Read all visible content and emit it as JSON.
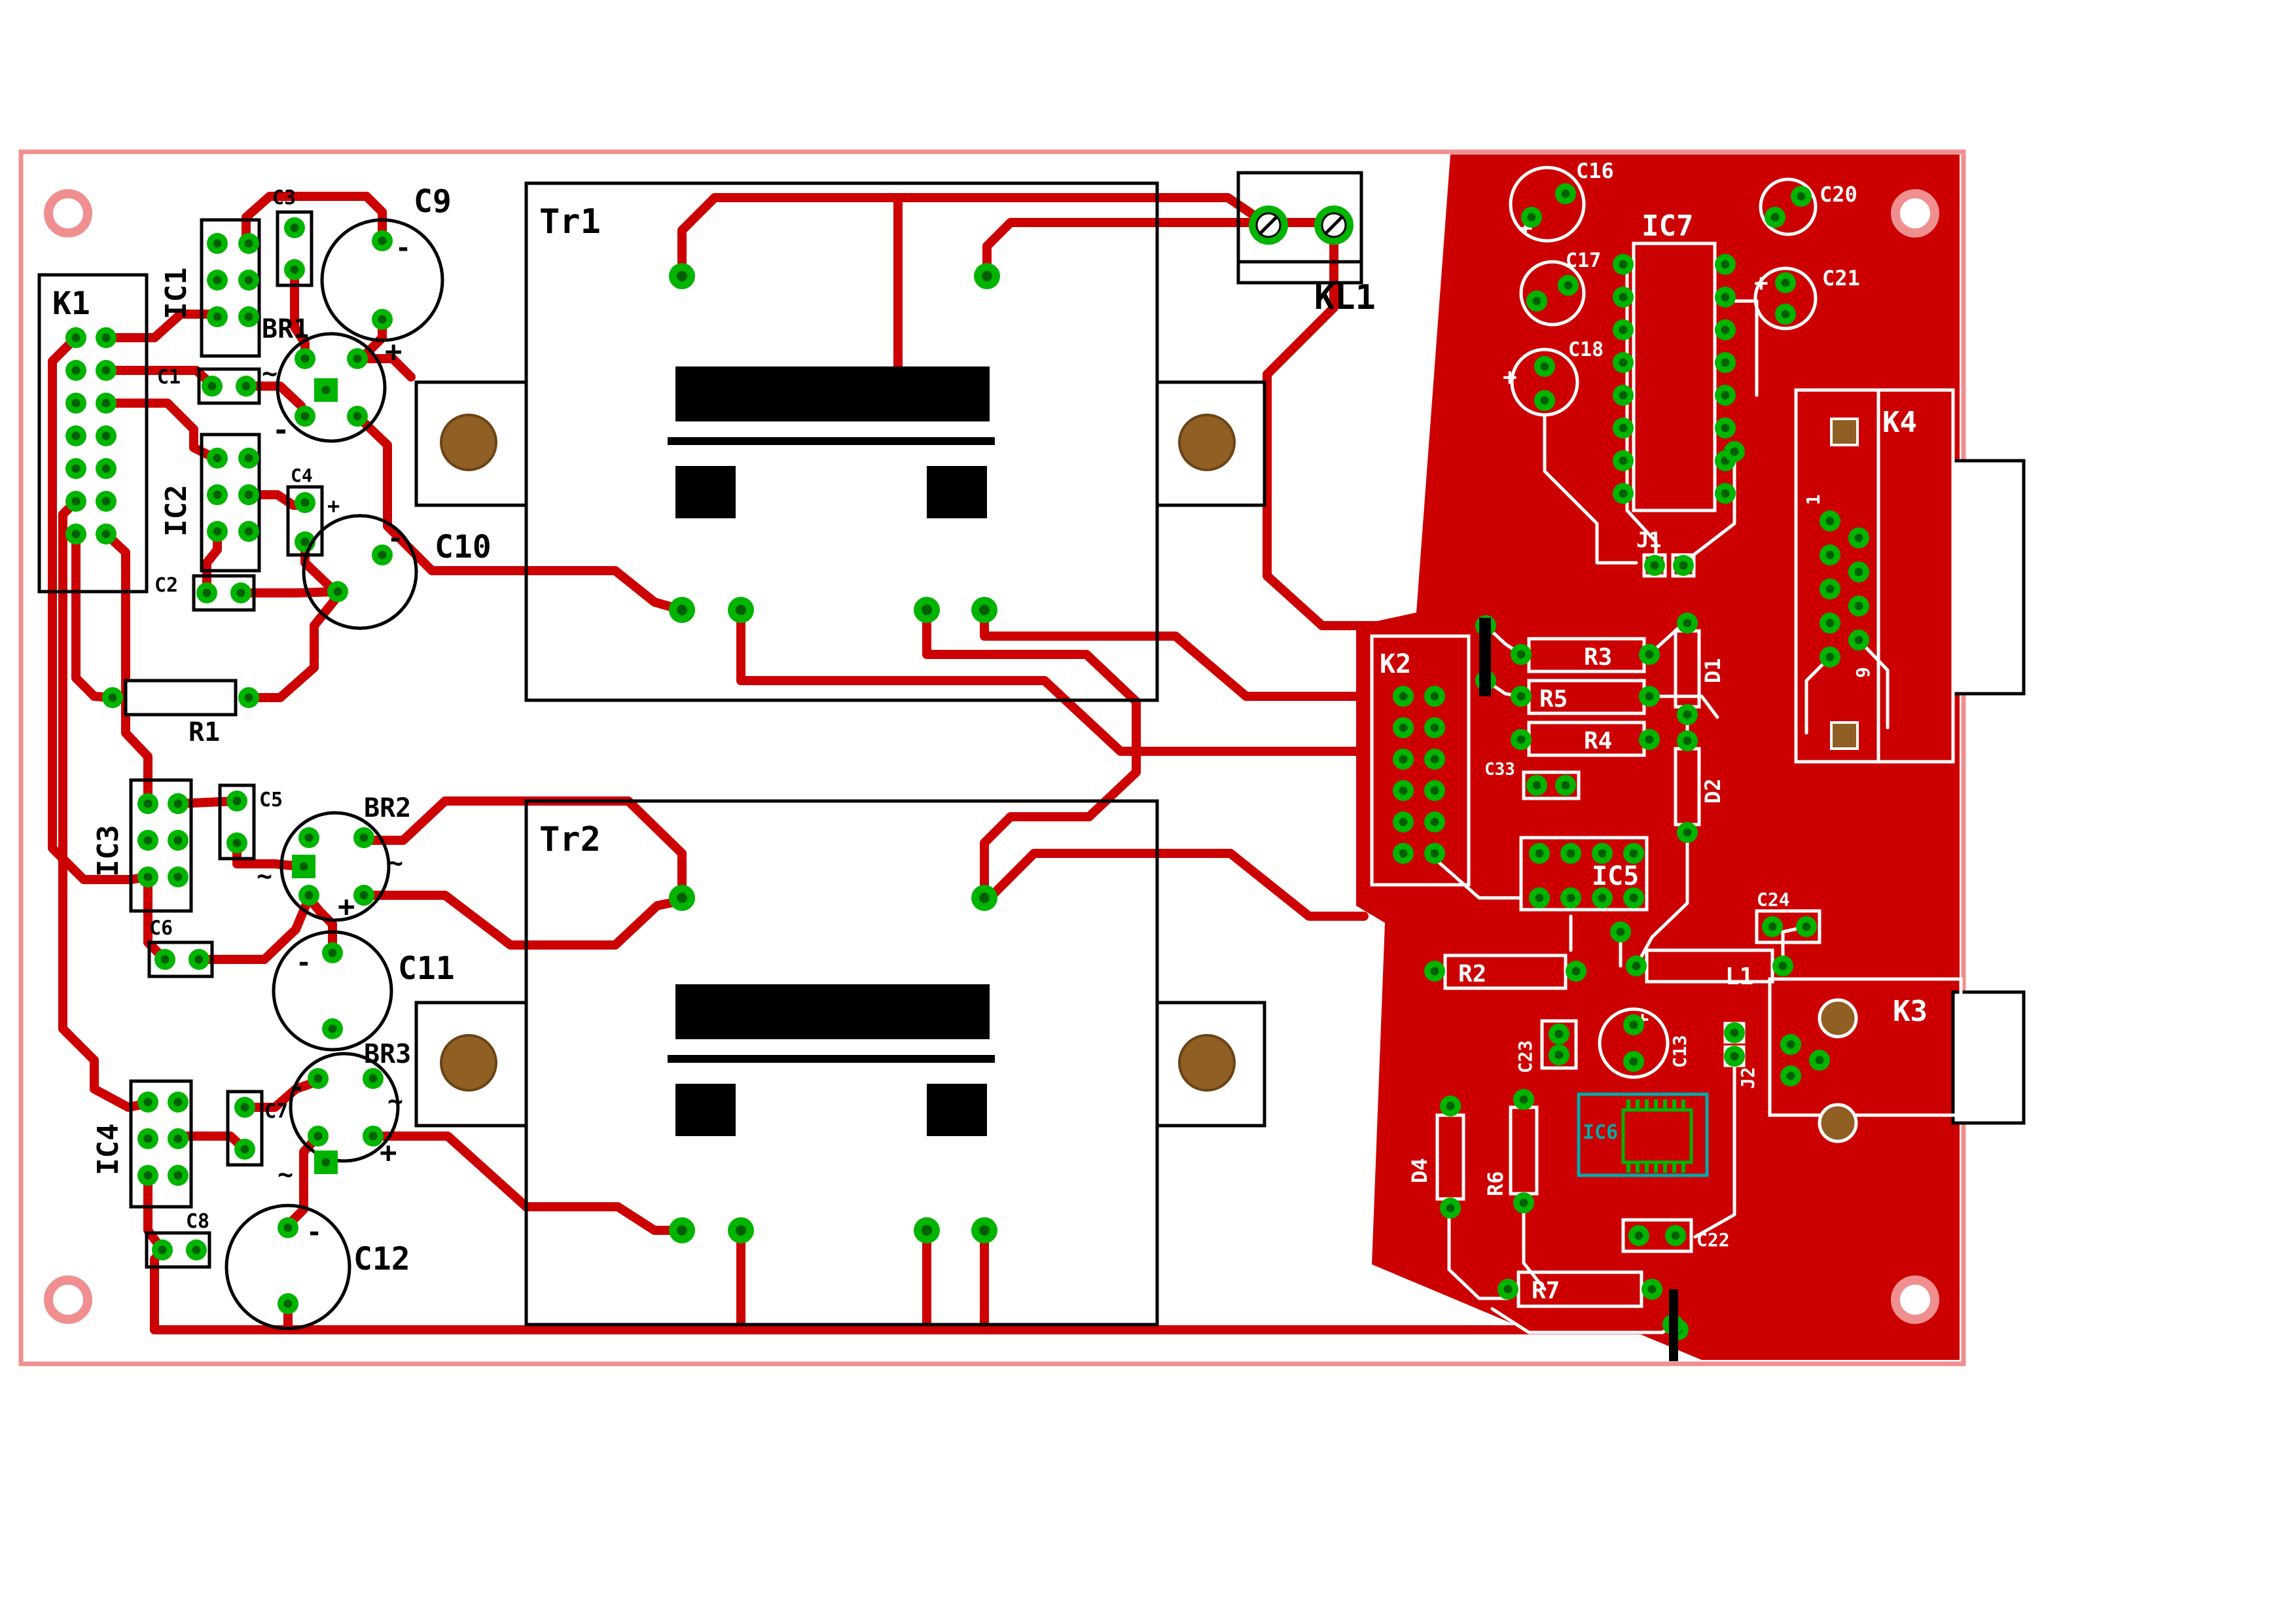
{
  "board": {
    "colors": {
      "copper": "#cc0000",
      "pad_green": "#00b400",
      "pad_hole": "#005f00",
      "board_outline_pink": "#f08f8f",
      "drill_brown": "#8f5f23",
      "silkscreen_left": "#000000",
      "silkscreen_right": "#ffffff",
      "smd_ic_teal": "#00aaaa"
    },
    "symbols": {
      "plus": "+",
      "minus": "-",
      "ac": "~"
    },
    "labels": {
      "k1": "K1",
      "ic1": "IC1",
      "ic2": "IC2",
      "ic3": "IC3",
      "ic4": "IC4",
      "c1": "C1",
      "c2": "C2",
      "c3": "C3",
      "c4": "C4",
      "c5": "C5",
      "c6": "C6",
      "c7": "C7",
      "c8": "C8",
      "c9": "C9",
      "c10": "C10",
      "c11": "C11",
      "c12": "C12",
      "br1": "BR1",
      "br2": "BR2",
      "br3": "BR3",
      "r1": "R1",
      "tr1": "Tr1",
      "tr2": "Tr2",
      "kl1": "KL1",
      "c13": "C13",
      "c16": "C16",
      "c17": "C17",
      "c18": "C18",
      "c20": "C20",
      "c21": "C21",
      "c22": "C22",
      "c23": "C23",
      "c24": "C24",
      "c33": "C33",
      "ic5": "IC5",
      "ic6": "IC6",
      "ic7": "IC7",
      "k2": "K2",
      "k3": "K3",
      "k4": "K4",
      "j1": "J1",
      "j2": "J2",
      "d1": "D1",
      "d2": "D2",
      "d4": "D4",
      "r2": "R2",
      "r3": "R3",
      "r4": "R4",
      "r5": "R5",
      "r6": "R6",
      "r7": "R7",
      "l1": "L1",
      "k4_pin_first": "1",
      "k4_pin_last": "9"
    }
  }
}
